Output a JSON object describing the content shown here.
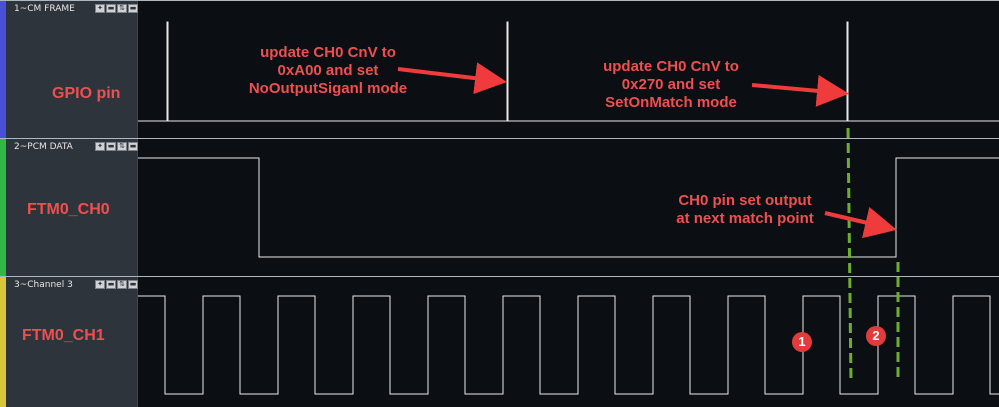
{
  "channels": [
    {
      "title": "1~CM FRAME",
      "signal": "GPIO pin",
      "strip_color": "#4a4fd8"
    },
    {
      "title": "2~PCM DATA",
      "signal": "FTM0_CH0",
      "strip_color": "#2fb84a"
    },
    {
      "title": "3~Channel 3",
      "signal": "FTM0_CH1",
      "strip_color": "#d9c63a"
    }
  ],
  "annotations": {
    "note1": {
      "line1": "update CH0 CnV to",
      "line2": "0xA00 and set",
      "line3": "NoOutputSiganl mode"
    },
    "note2": {
      "line1": "update CH0 CnV to",
      "line2": "0x270 and set",
      "line3": "SetOnMatch mode"
    },
    "note3": {
      "line1": "CH0 pin set output",
      "line2": "at next match point"
    }
  },
  "markers": [
    "1",
    "2"
  ],
  "colors": {
    "trace": "#e8e8e8",
    "annotation": "#ef4f4f",
    "marker_line": "#6fae2c",
    "label_panel": "#2e343b"
  }
}
